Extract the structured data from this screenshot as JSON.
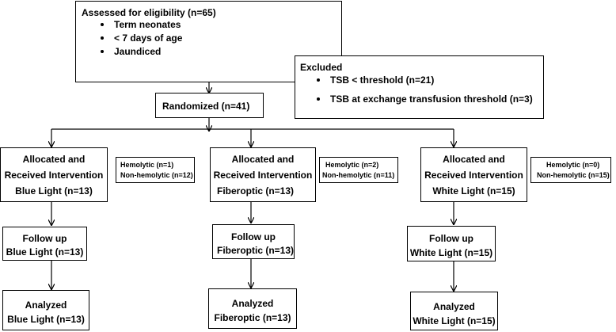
{
  "eligibility": {
    "title": "Assessed for eligibility (n=65)",
    "criteria": [
      "Term neonates",
      "< 7 days of age",
      "Jaundiced"
    ]
  },
  "excluded": {
    "title": "Excluded",
    "reasons": [
      "TSB < threshold (n=21)",
      "TSB at exchange transfusion threshold (n=3)"
    ]
  },
  "randomized": "Randomized (n=41)",
  "arms": [
    {
      "allocated_lines": [
        "Allocated and",
        "Received Intervention",
        "Blue Light (n=13)"
      ],
      "subgroups": [
        "Hemolytic (n=1)",
        "Non-hemolytic (n=12)"
      ],
      "followup_lines": [
        "Follow up",
        "Blue Light (n=13)"
      ],
      "analyzed_lines": [
        "Analyzed",
        "Blue Light (n=13)"
      ]
    },
    {
      "allocated_lines": [
        "Allocated and",
        "Received Intervention",
        "Fiberoptic (n=13)"
      ],
      "subgroups": [
        "Hemolytic (n=2)",
        "Non-hemolytic (n=11)"
      ],
      "followup_lines": [
        "Follow up",
        "Fiberoptic (n=13)"
      ],
      "analyzed_lines": [
        "Analyzed",
        "Fiberoptic (n=13)"
      ]
    },
    {
      "allocated_lines": [
        "Allocated and",
        "Received Intervention",
        "White Light (n=15)"
      ],
      "subgroups": [
        "Hemolytic (n=0)",
        "Non-hemolytic (n=15)"
      ],
      "followup_lines": [
        "Follow up",
        "White Light (n=15)"
      ],
      "analyzed_lines": [
        "Analyzed",
        "White Light (n=15)"
      ]
    }
  ]
}
